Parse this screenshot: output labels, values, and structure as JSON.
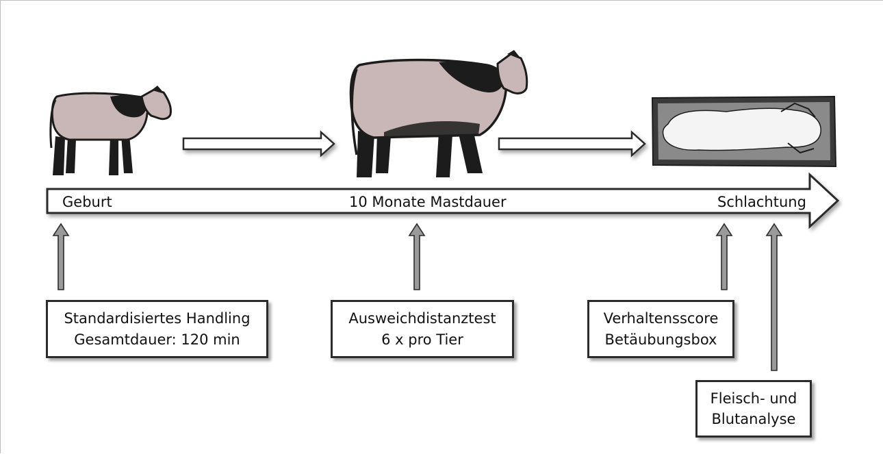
{
  "timeline": {
    "start_label": "Geburt",
    "middle_label": "10 Monate Mastdauer",
    "end_label": "Schlachtung"
  },
  "boxes": {
    "handling": {
      "line1": "Standardisiertes Handling",
      "line2": "Gesamtdauer: 120 min"
    },
    "avoidance": {
      "line1": "Ausweichdistanztest",
      "line2": "6 x pro Tier"
    },
    "behaviour": {
      "line1": "Verhaltensscore",
      "line2": "Betäubungsbox"
    },
    "analysis": {
      "line1": "Fleisch- und",
      "line2": "Blutanalyse"
    }
  },
  "colors": {
    "outline": "#2b2b2b",
    "arrow_fill": "#ffffff",
    "small_arrow_fill": "#9a9a9a",
    "hide": "#c9b7b7",
    "cattle_dark": "#1c1c1c",
    "carcass": "#f4f4f4"
  },
  "icons": [
    "calf-icon",
    "steer-icon",
    "carcass-icon"
  ]
}
